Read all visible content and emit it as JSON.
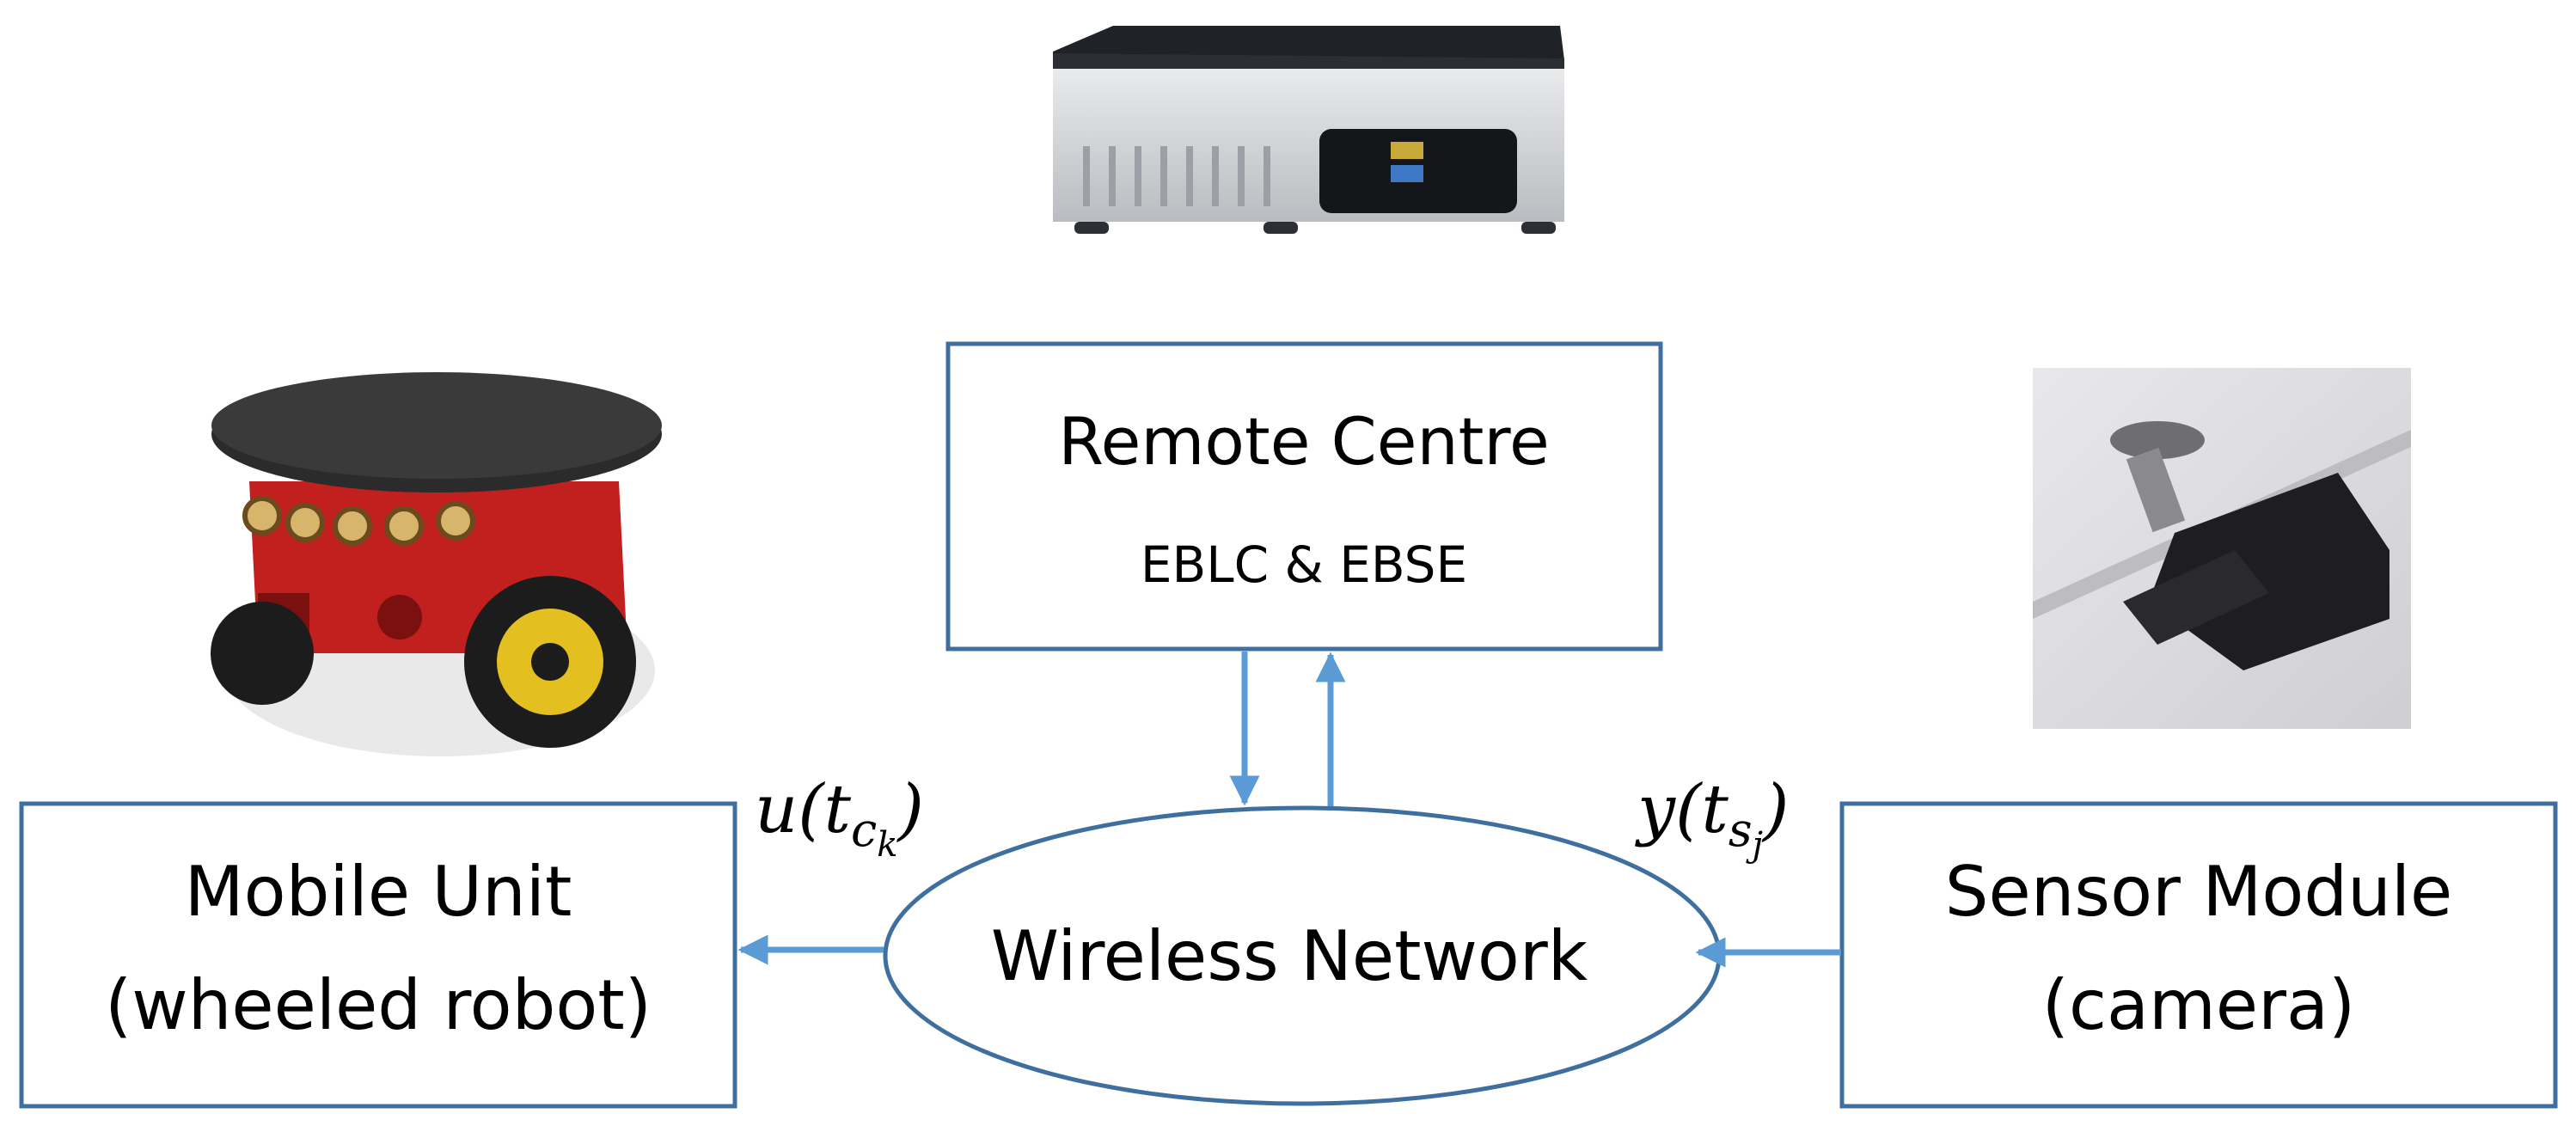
{
  "colors": {
    "box_stroke": "#3f6f9f",
    "arrow": "#5b9bd5",
    "text": "#000000"
  },
  "remote_centre": {
    "title": "Remote Centre",
    "subtitle": "EBLC & EBSE"
  },
  "mobile_unit": {
    "line1": "Mobile Unit",
    "line2": "(wheeled robot)"
  },
  "sensor_module": {
    "line1": "Sensor Module",
    "line2": "(camera)"
  },
  "network": {
    "label": "Wireless Network"
  },
  "signals": {
    "control": {
      "base": "u(t",
      "sub": "c",
      "subsub": "k",
      "close": ")"
    },
    "measurement": {
      "base": "y(t",
      "sub": "s",
      "subsub": "j",
      "close": ")"
    }
  },
  "images": {
    "computer": "mini-pc-icon",
    "robot": "wheeled-robot-icon",
    "camera": "ceiling-camera-icon"
  }
}
